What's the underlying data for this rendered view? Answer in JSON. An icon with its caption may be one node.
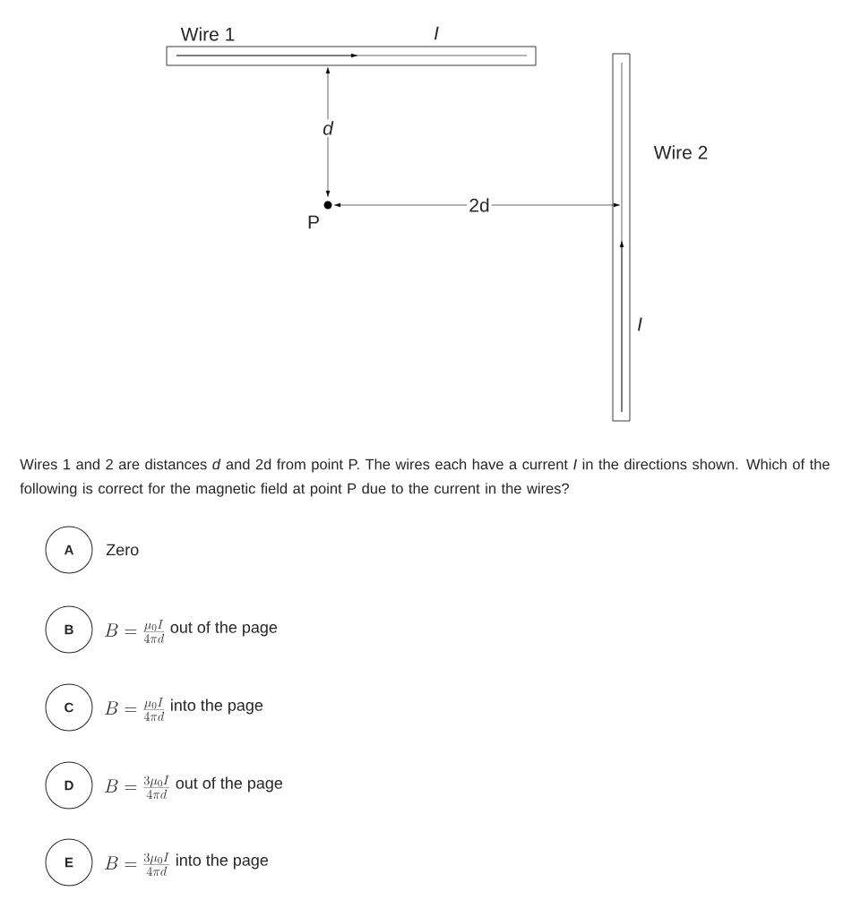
{
  "diagram": {
    "nodes": [
      {
        "text": [
          "Wire 1"
        ],
        "beside": [
          "I"
        ]
      },
      {
        "text": [
          "Wire 2"
        ],
        "beside": [
          "I"
        ]
      },
      {
        "text": [
          "P"
        ]
      },
      {
        "text": [
          "A"
        ],
        "beside": [
          "Zero"
        ]
      },
      {
        "text": [
          "B"
        ],
        "beside": [
          "B=\\frac{\\mu_0 I}{4\\pi d}",
          "out of the page"
        ]
      },
      {
        "text": [
          "C"
        ],
        "beside": [
          "B=\\frac{\\mu_0 I}{4\\pi d}",
          "into the page"
        ]
      },
      {
        "text": [
          "D"
        ],
        "beside": [
          "B=\\frac{3\\mu_0 I}{4\\pi d}",
          "out of the page"
        ]
      },
      {
        "text": [
          "E"
        ],
        "beside": [
          "B=\\frac{3\\mu_0 I}{4\\pi d}",
          "into the page"
        ]
      }
    ],
    "edges": [],
    "labels": [
      "d",
      "2d",
      "Wires 1 and 2 are distances *d* and 2d from point P. The wires each have a current *I* in the directions shown. Which of the following is correct for the magnetic field at point P due to the current in the wires?"
    ]
  }
}
